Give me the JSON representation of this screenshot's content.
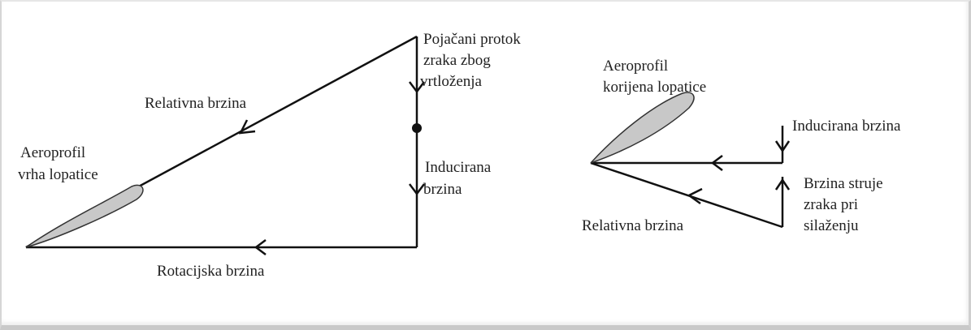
{
  "left_diagram": {
    "airfoil_label": [
      "Aeroprofil",
      "vrha lopatice"
    ],
    "relative_speed": "Relativna brzina",
    "rotational_speed": "Rotacijska brzina",
    "boosted_flow": [
      "Pojačani protok",
      "zraka zbog",
      "vrtloženja"
    ],
    "induced_speed": [
      "Inducirana",
      "brzina"
    ]
  },
  "right_diagram": {
    "airfoil_label": [
      "Aeroprofil",
      "korijena lopatice"
    ],
    "induced_speed": "Inducirana brzina",
    "descent_flow": [
      "Brzina struje",
      "zraka pri",
      "silaženju"
    ],
    "relative_speed": "Relativna brzina"
  },
  "colors": {
    "line": "#111111",
    "airfoil_fill": "#c8c8c8",
    "text": "#222222"
  }
}
